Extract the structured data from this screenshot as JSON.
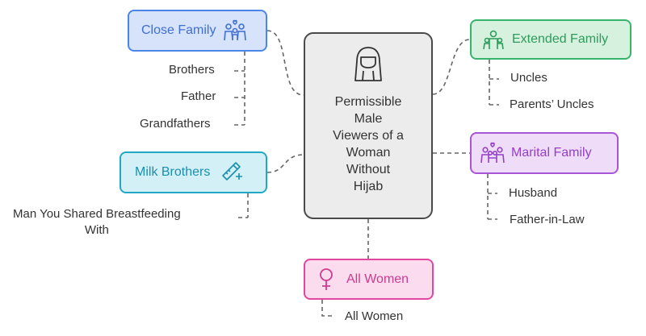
{
  "center": {
    "title": "Permissible\nMale\nViewers of a\nWoman\nWithout\nHijab",
    "icon": "hijab-woman-icon"
  },
  "groups": [
    {
      "id": "close-family",
      "label": "Close Family",
      "icon": "family-icon",
      "color": "#4a86e8",
      "fill": "#d7e3fb",
      "items": [
        "Brothers",
        "Father",
        "Grandfathers"
      ]
    },
    {
      "id": "milk-brothers",
      "label": "Milk Brothers",
      "icon": "baby-bottle-icon",
      "color": "#22a7c7",
      "fill": "#d4f0f7",
      "items": [
        "Man You Shared Breastfeeding\nWith"
      ]
    },
    {
      "id": "extended-family",
      "label": "Extended Family",
      "icon": "extended-family-icon",
      "color": "#37b36b",
      "fill": "#d6f2df",
      "items": [
        "Uncles",
        "Parents’ Uncles"
      ]
    },
    {
      "id": "marital-family",
      "label": "Marital Family",
      "icon": "couple-family-icon",
      "color": "#a855d6",
      "fill": "#efdcf8",
      "items": [
        "Husband",
        "Father-in-Law"
      ]
    },
    {
      "id": "all-women",
      "label": "All Women",
      "icon": "female-symbol-icon",
      "color": "#e0479e",
      "fill": "#fbdcee",
      "items": [
        "All Women"
      ]
    }
  ]
}
